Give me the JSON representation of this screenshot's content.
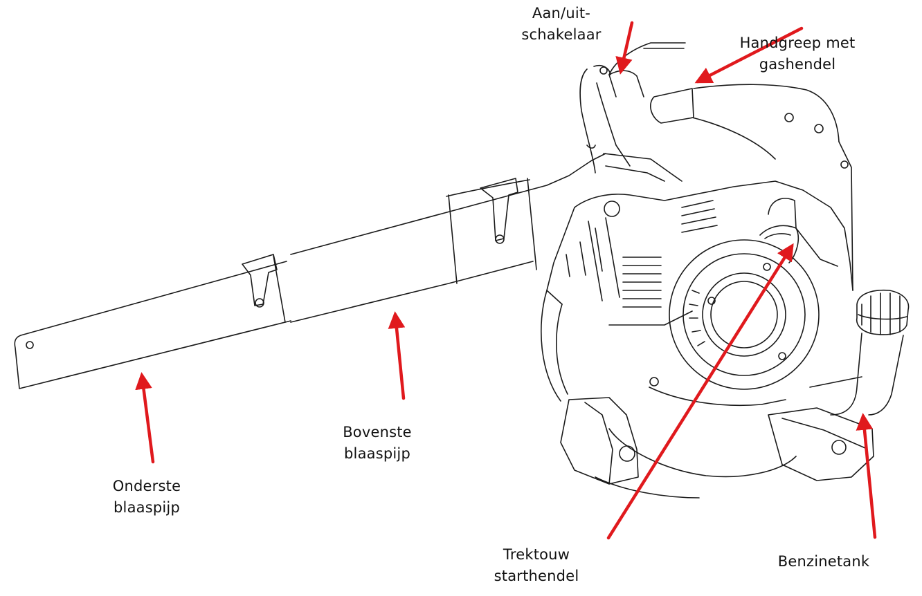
{
  "colors": {
    "arrow": "#e0191d",
    "line": "#1a1a1a",
    "background": "#ffffff"
  },
  "labels": {
    "onoff_switch": {
      "line1": "Aan/uit-",
      "line2": "schakelaar"
    },
    "handle": {
      "line1": "Handgreep met",
      "line2": "gashendel"
    },
    "upper_pipe": {
      "line1": "Bovenste",
      "line2": "blaaspijp"
    },
    "lower_pipe": {
      "line1": "Onderste",
      "line2": "blaaspijp"
    },
    "pull_cord": {
      "line1": "Trektouw",
      "line2": "starthendel"
    },
    "fuel_tank": {
      "line1": "Benzinetank"
    }
  }
}
